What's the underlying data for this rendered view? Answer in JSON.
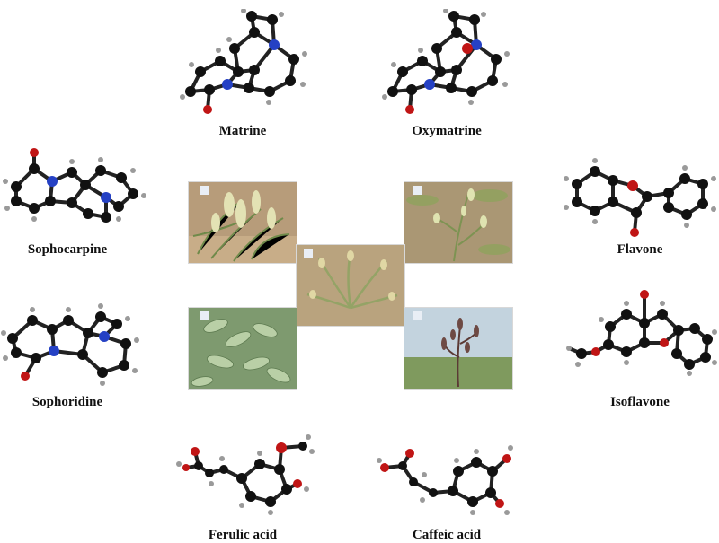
{
  "compounds": [
    {
      "id": "matrine",
      "name": "Matrine"
    },
    {
      "id": "oxymatrine",
      "name": "Oxymatrine"
    },
    {
      "id": "sophocarpine",
      "name": "Sophocarpine"
    },
    {
      "id": "flavone",
      "name": "Flavone"
    },
    {
      "id": "sophoridine",
      "name": "Sophoridine"
    },
    {
      "id": "isoflavone",
      "name": "Isoflavone"
    },
    {
      "id": "ferulic",
      "name": "Ferulic acid"
    },
    {
      "id": "caffeic",
      "name": "Caffeic acid"
    }
  ],
  "photos": [
    {
      "id": "photo-flowering-plant",
      "subject": "flowering plant"
    },
    {
      "id": "photo-seed-pods",
      "subject": "seed pods"
    },
    {
      "id": "photo-whole-plant",
      "subject": "whole plant"
    },
    {
      "id": "photo-leaves",
      "subject": "leaves"
    },
    {
      "id": "photo-dried-pods",
      "subject": "dried pods"
    }
  ],
  "atom_colors": {
    "carbon": "#111111",
    "nitrogen": "#2541c4",
    "oxygen": "#c01515",
    "hydrogen": "#9a9a9a"
  }
}
